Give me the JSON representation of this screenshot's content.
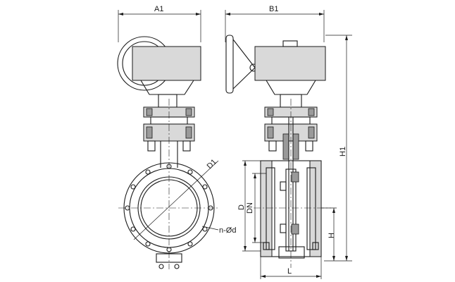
{
  "labels": {
    "a1": "A1",
    "b1": "B1",
    "h1": "H1",
    "d1": "D1",
    "nd": "n-Ød",
    "d": "D",
    "dn": "DN",
    "h": "H",
    "l": "L"
  }
}
